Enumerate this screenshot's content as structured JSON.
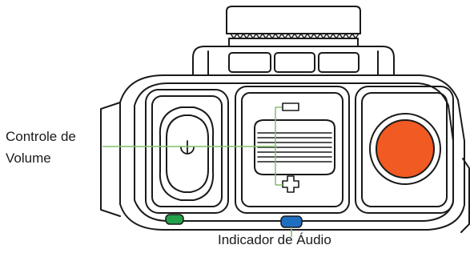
{
  "callouts": {
    "volume_control_line1": "Controle de",
    "volume_control_line2": "Volume",
    "audio_indicator": "Indicador de Áudio"
  },
  "colors": {
    "callout_line": "#7fbf6a",
    "outline": "#1a1a1a",
    "orange_button": "#f15a22",
    "green_led": "#22a04b",
    "blue_led": "#1f6fc1"
  },
  "icons": [
    "power-icon",
    "minus-icon",
    "plus-icon"
  ]
}
